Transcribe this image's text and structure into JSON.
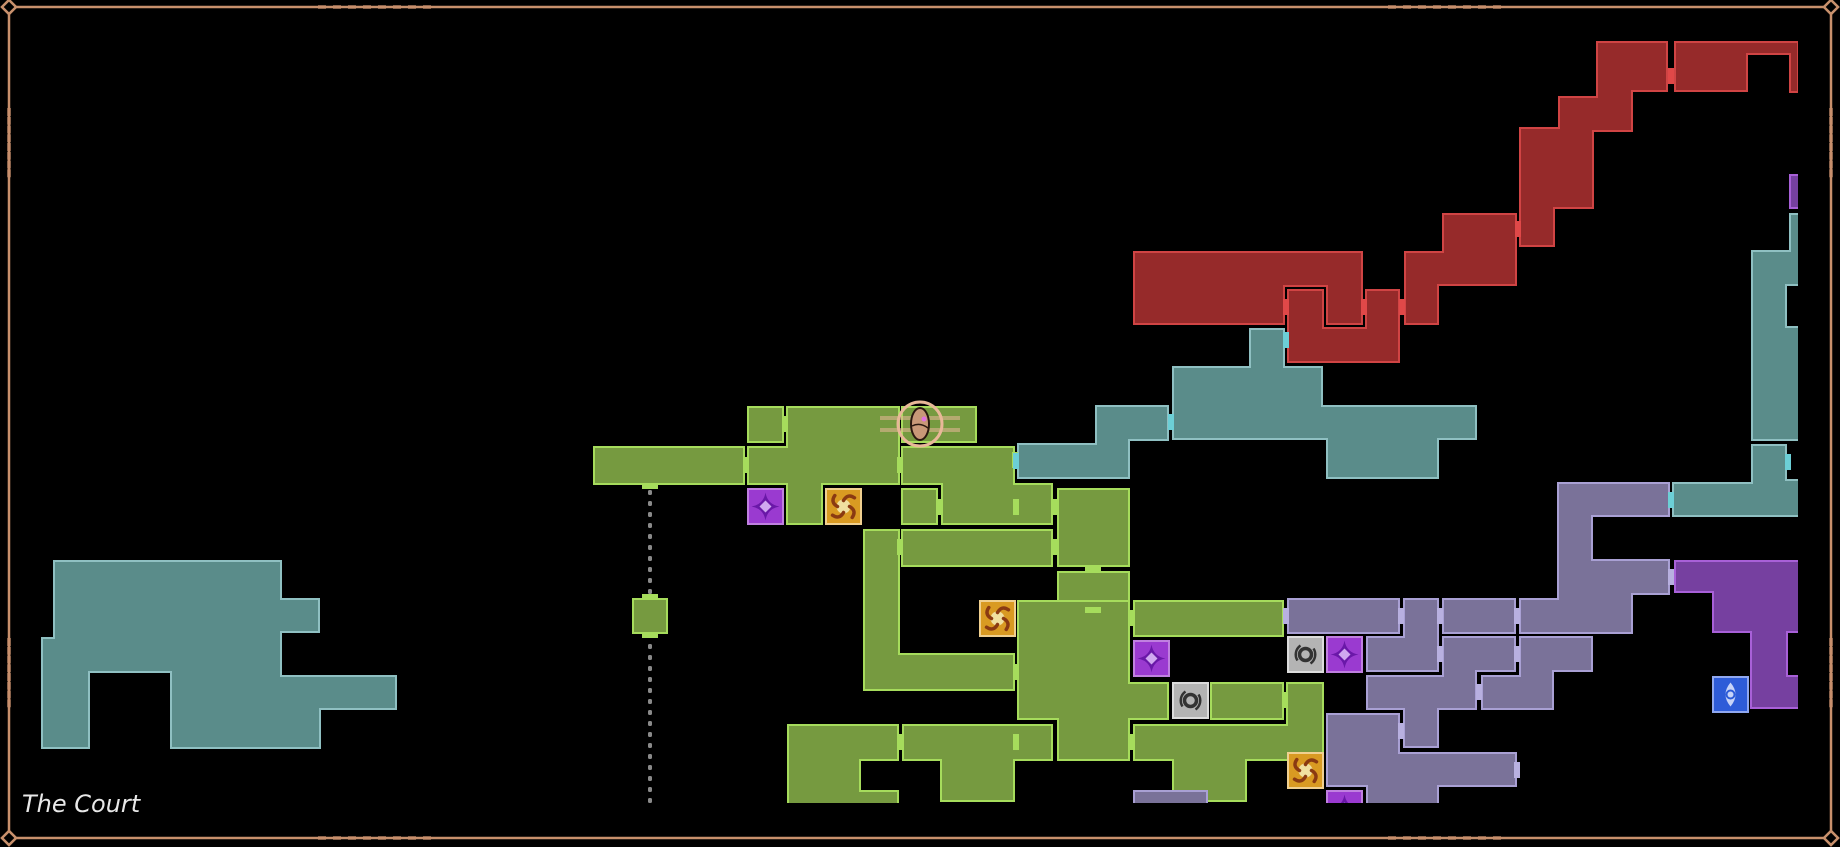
{
  "screen": "map",
  "area": {
    "name": "The Court"
  },
  "zones": [
    {
      "id": "court",
      "fill": "#769a40",
      "stroke": "#a6dc5c",
      "door": "#a6dc5c"
    },
    {
      "id": "teal",
      "fill": "#5a8c8a",
      "stroke": "#8fc0c2",
      "door": "#6ccfd6"
    },
    {
      "id": "red",
      "fill": "#962a2a",
      "stroke": "#d04444",
      "door": "#e04848"
    },
    {
      "id": "lavender",
      "fill": "#7a7299",
      "stroke": "#a9a0d4",
      "door": "#b8b0e0"
    },
    {
      "id": "violet",
      "fill": "#7640a0",
      "stroke": "#a860d8",
      "door": "#b070e0"
    }
  ],
  "icons": {
    "warp_star": {
      "label": "warp-star",
      "fill": "#9a3ad0",
      "border": "#c080e0",
      "glyph": "#6a18a8",
      "center": "#d0a8f0"
    },
    "vortex": {
      "label": "save-vortex",
      "fill": "#d99a22",
      "border": "#f0d090",
      "glyph": "#8a3a12",
      "center": "#f0e0a0"
    },
    "ring": {
      "label": "ring-shrine",
      "fill": "#b4b4b4",
      "border": "#dcdcdc",
      "glyph": "#333333"
    },
    "eye": {
      "label": "eye-sigil",
      "fill": "#2e5cd8",
      "border": "#90a8f0",
      "glyph": "#c8d4f8"
    }
  },
  "player": {
    "label": "player-marker",
    "ring": "#e8b898",
    "body": "#c89878",
    "eye": "#e070e0"
  },
  "frame": {
    "color": "#c8906c"
  }
}
